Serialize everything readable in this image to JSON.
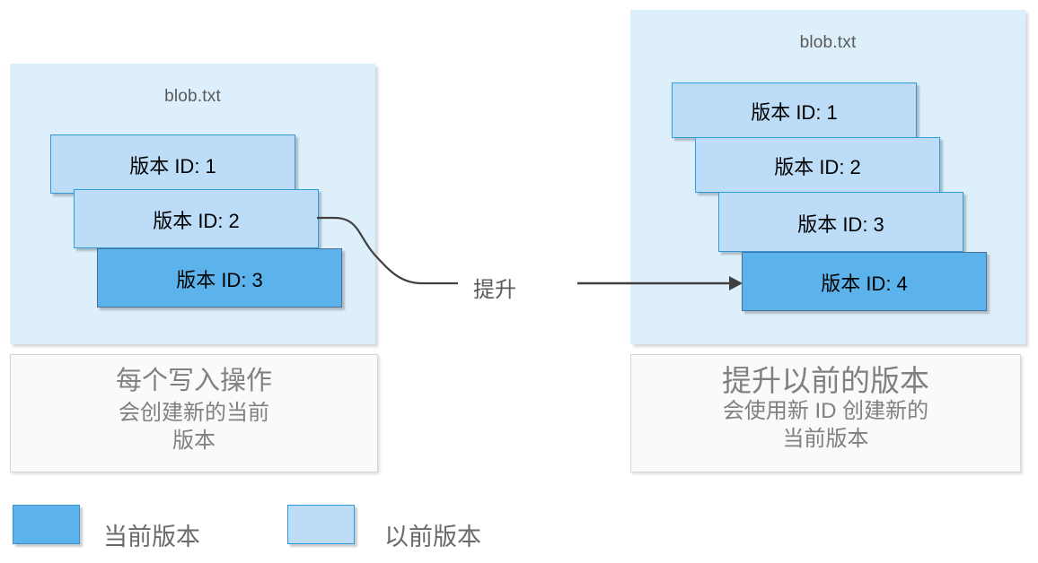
{
  "diagram": {
    "title_left": "blob.txt",
    "title_right": "blob.txt",
    "promote_label": "提升",
    "left_panel": {
      "blob_name": "blob.txt",
      "versions": [
        {
          "label": "版本 ID: 1",
          "state": "previous"
        },
        {
          "label": "版本 ID: 2",
          "state": "previous"
        },
        {
          "label": "版本 ID: 3",
          "state": "current"
        }
      ],
      "caption_line1": "每个写入操作",
      "caption_line2": "会创建新的当前",
      "caption_line3": "版本"
    },
    "right_panel": {
      "blob_name": "blob.txt",
      "versions": [
        {
          "label": "版本 ID: 1",
          "state": "previous"
        },
        {
          "label": "版本 ID: 2",
          "state": "previous"
        },
        {
          "label": "版本 ID: 3",
          "state": "previous"
        },
        {
          "label": "版本 ID: 4",
          "state": "current"
        }
      ],
      "caption_big": "提升以前的版本",
      "caption_line1": "会使用新 ID 创建新的",
      "caption_line2": "当前版本"
    },
    "legend": {
      "items": [
        {
          "label": "当前版本",
          "state": "current",
          "color": "#5cb3ec"
        },
        {
          "label": "以前版本",
          "state": "previous",
          "color": "#bcdcf7"
        }
      ]
    },
    "colors": {
      "panel_bg": "#ddeffa",
      "current_version": "#5cb3ec",
      "previous_version": "#bcdcf7",
      "previous_border": "#2e9ae0",
      "current_border": "#4a6f93",
      "connector": "#404040",
      "caption_text": "#808080",
      "title_text": "#595959"
    }
  }
}
